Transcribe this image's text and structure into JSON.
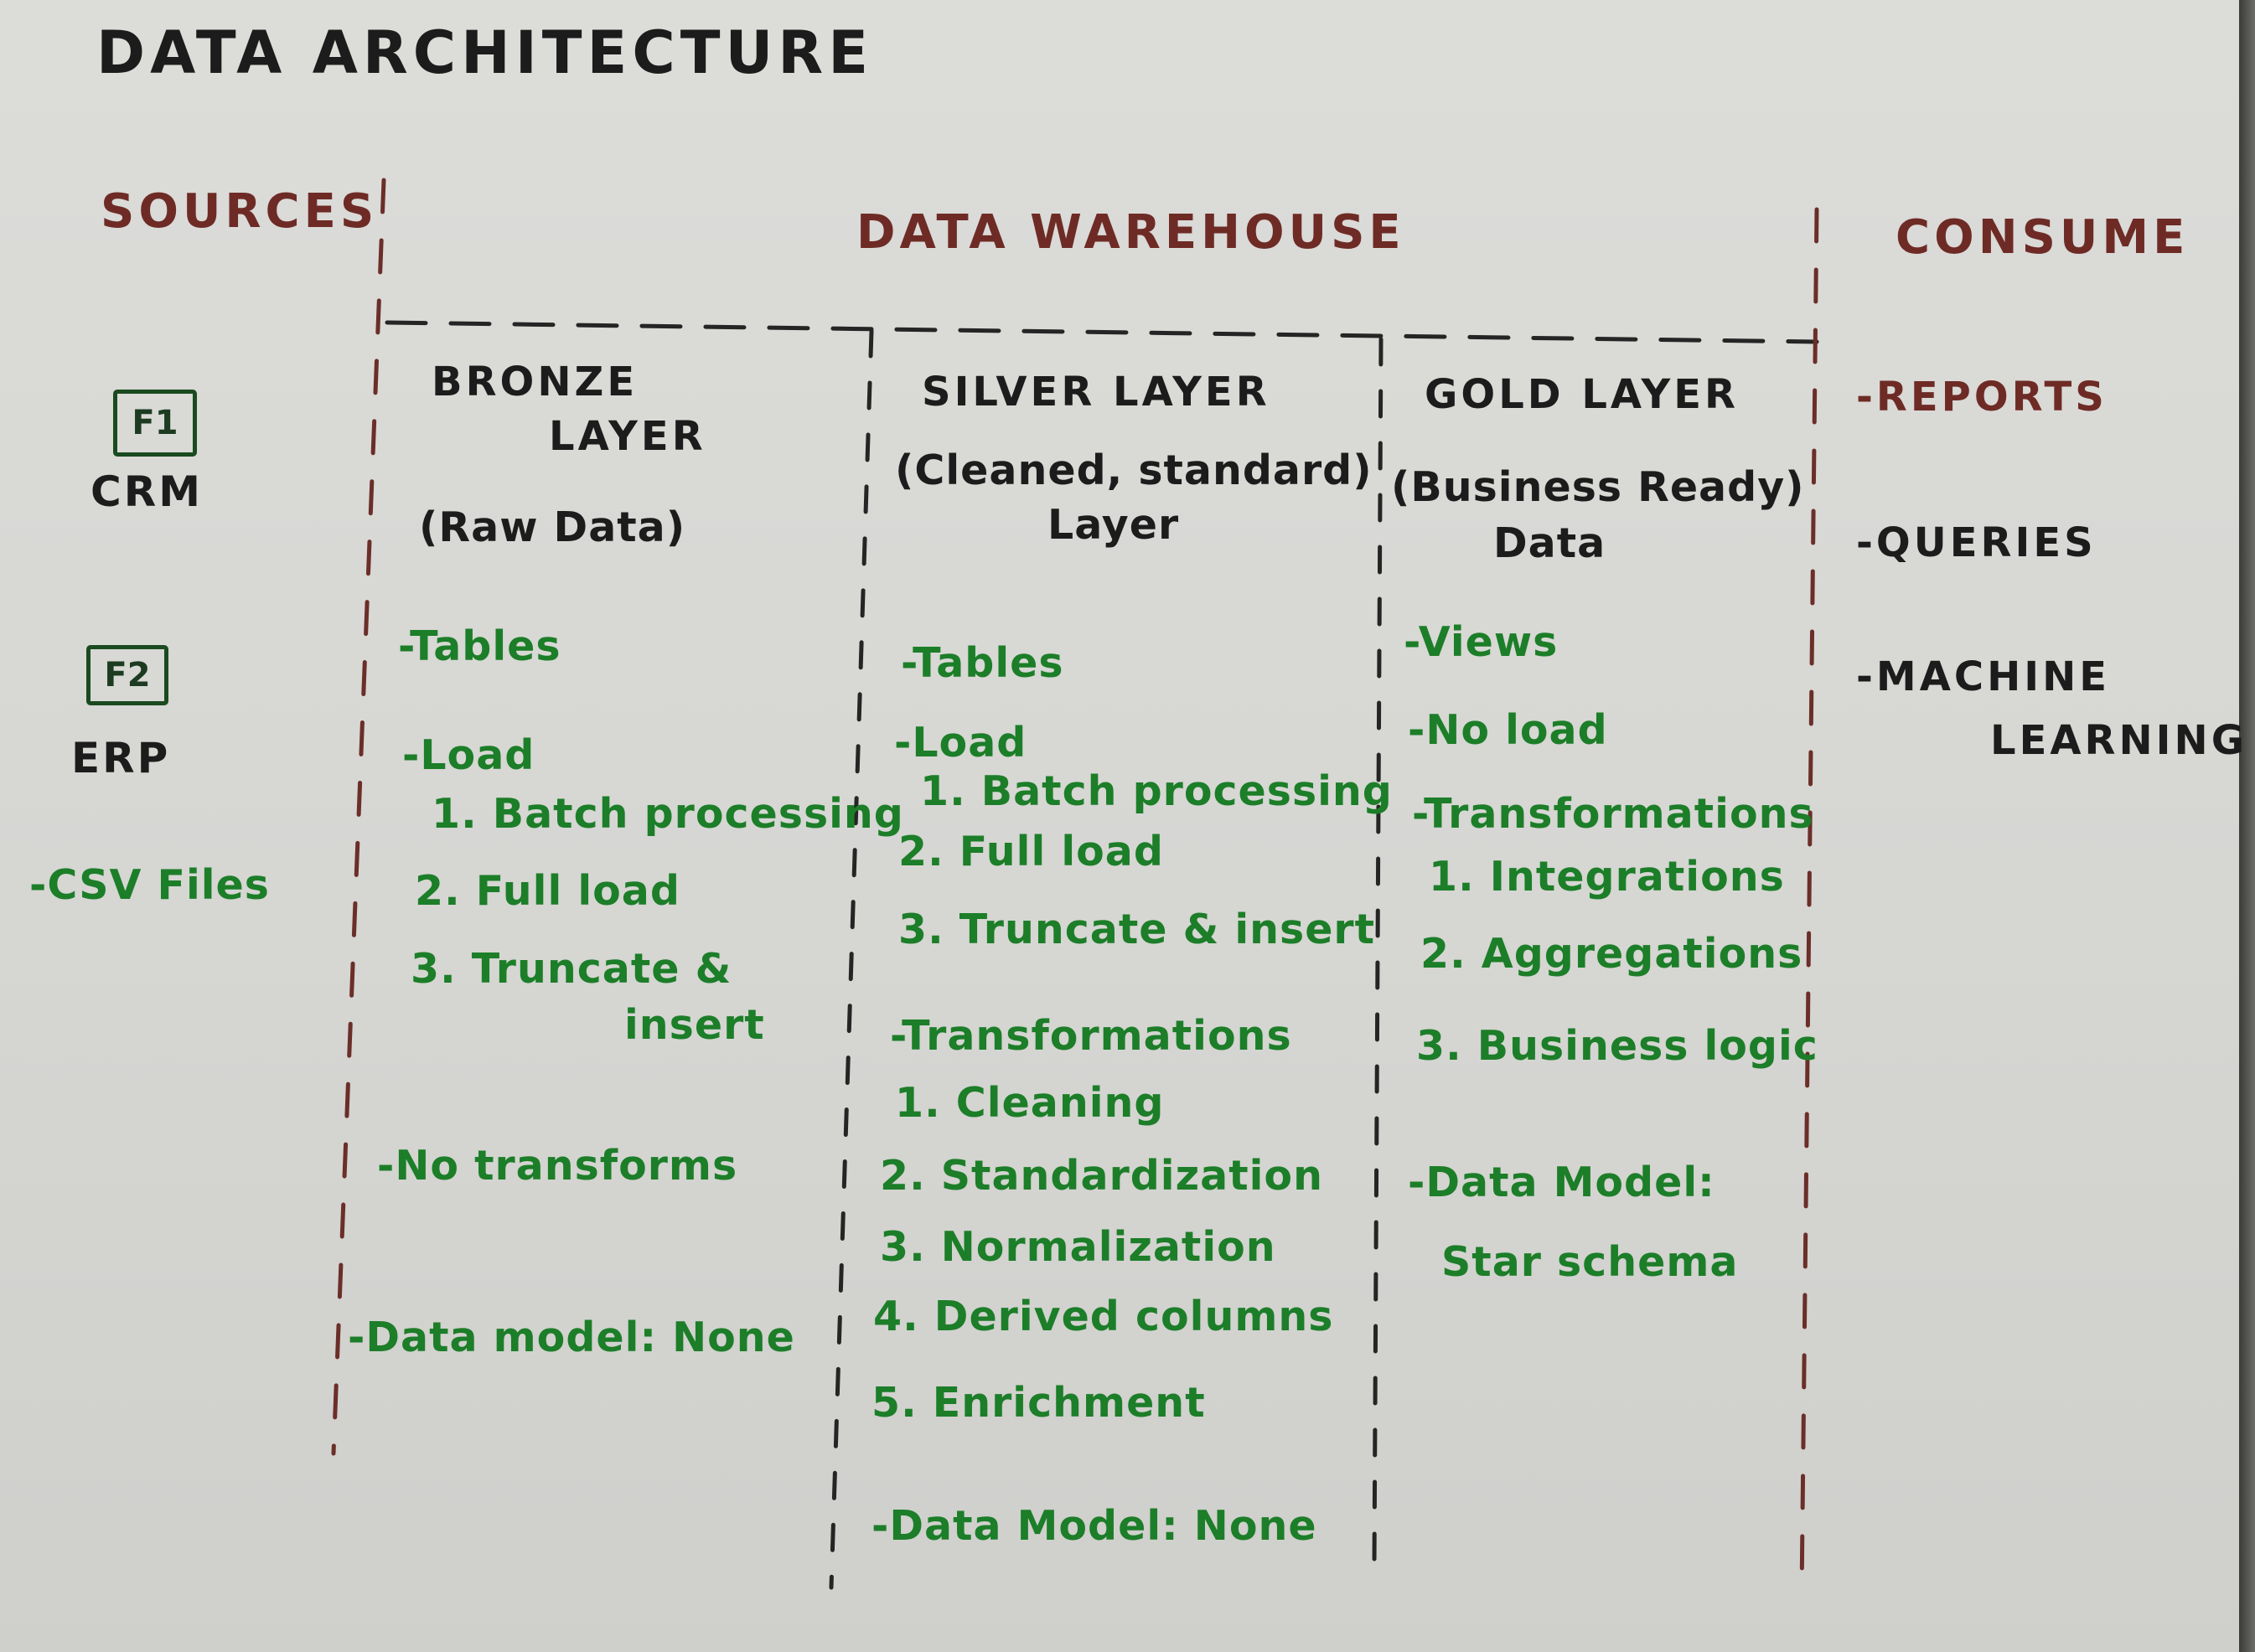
{
  "title": "DATA ARCHITECTURE",
  "headers": {
    "sources": "SOURCES",
    "warehouse": "DATA WAREHOUSE",
    "consume": "CONSUME"
  },
  "sources": {
    "f1": {
      "box": "F1",
      "name": "CRM"
    },
    "f2": {
      "box": "F2",
      "name": "ERP"
    },
    "csv": "-CSV Files"
  },
  "bronze": {
    "title_1": "BRONZE",
    "title_2": "LAYER",
    "desc": "(Raw Data)",
    "tables": "-Tables",
    "load": "-Load",
    "load_1": "1. Batch processing",
    "load_2": "2. Full load",
    "load_3a": "3. Truncate &",
    "load_3b": "insert",
    "transforms": "-No transforms",
    "model": "-Data model: None"
  },
  "silver": {
    "title": "SILVER LAYER",
    "desc_1": "(Cleaned, standard)",
    "desc_2": "Layer",
    "tables": "-Tables",
    "load": "-Load",
    "load_1": "1. Batch processing",
    "load_2": "2. Full load",
    "load_3": "3. Truncate & insert",
    "transforms": "-Transformations",
    "t1": "1. Cleaning",
    "t2": "2. Standardization",
    "t3": "3. Normalization",
    "t4": "4. Derived columns",
    "t5": "5. Enrichment",
    "model": "-Data Model: None"
  },
  "gold": {
    "title": "GOLD LAYER",
    "desc_1": "(Business Ready)",
    "desc_2": "Data",
    "views": "-Views",
    "load": "-No load",
    "transforms": "-Transformations",
    "t1": "1. Integrations",
    "t2": "2. Aggregations",
    "t3": "3. Business logic",
    "model_1": "-Data Model:",
    "model_2": "Star schema"
  },
  "consume": {
    "reports": "-REPORTS",
    "queries": "-QUERIES",
    "ml_1": "-MACHINE",
    "ml_2": "LEARNING"
  },
  "colors": {
    "black_ink": "#1c1c1c",
    "maroon_ink": "#6e2b25",
    "green_ink": "#1c7e28",
    "dash_maroon": "#6b2e28",
    "dash_dark": "#252525"
  }
}
